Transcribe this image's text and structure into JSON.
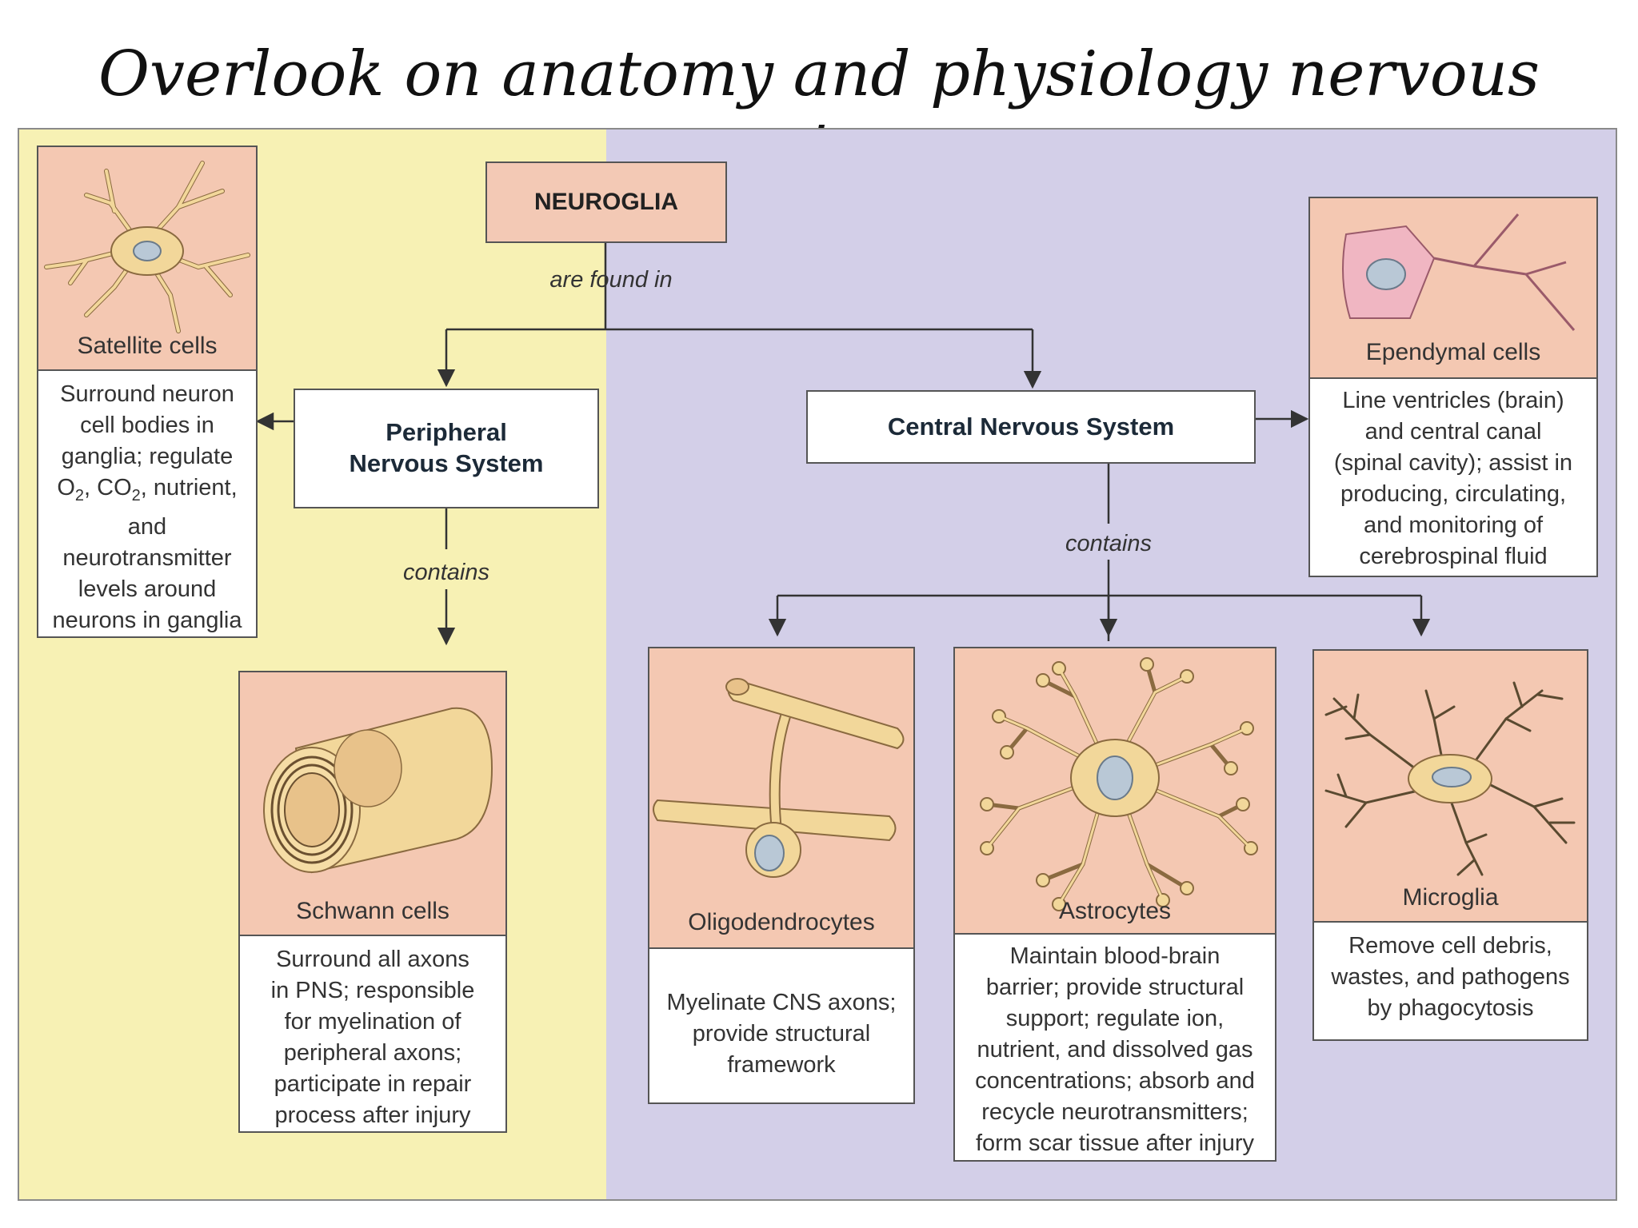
{
  "title": "Overlook on anatomy and physiology nervous system",
  "colors": {
    "pns_background": "#f7f1b4",
    "cns_background": "#d3cfe8",
    "cell_background": "#f4c8b2",
    "header_fill": "#f3c9b5"
  },
  "root": {
    "label": "NEUROGLIA",
    "connector": "are found in"
  },
  "pns": {
    "label_line1": "Peripheral",
    "label_line2": "Nervous System",
    "connector": "contains",
    "satellite": {
      "name": "Satellite cells",
      "desc": [
        "Surround neuron",
        "cell bodies in",
        "ganglia; regulate",
        "and",
        "neurotransmitter",
        "levels around",
        "neurons in ganglia"
      ],
      "gas_line": {
        "o": "O",
        "o_sub": "2",
        "co": ", CO",
        "co_sub": "2",
        "tail": ", nutrient,"
      }
    },
    "schwann": {
      "name": "Schwann cells",
      "desc": [
        "Surround all axons",
        "in PNS; responsible",
        "for myelination of",
        "peripheral axons;",
        "participate in repair",
        "process after injury"
      ]
    }
  },
  "cns": {
    "label": "Central Nervous System",
    "connector": "contains",
    "ependymal": {
      "name": "Ependymal cells",
      "desc": [
        "Line ventricles (brain)",
        "and central canal",
        "(spinal cavity); assist in",
        "producing, circulating,",
        "and monitoring of",
        "cerebrospinal fluid"
      ]
    },
    "oligodendrocytes": {
      "name": "Oligodendrocytes",
      "desc": [
        "Myelinate CNS axons;",
        "provide structural",
        "framework"
      ]
    },
    "astrocytes": {
      "name": "Astrocytes",
      "desc": [
        "Maintain blood-brain",
        "barrier; provide structural",
        "support; regulate ion,",
        "nutrient, and dissolved gas",
        "concentrations; absorb and",
        "recycle neurotransmitters;",
        "form scar tissue after injury"
      ]
    },
    "microglia": {
      "name": "Microglia",
      "desc": [
        "Remove cell debris,",
        "wastes, and pathogens",
        "by phagocytosis"
      ]
    }
  }
}
